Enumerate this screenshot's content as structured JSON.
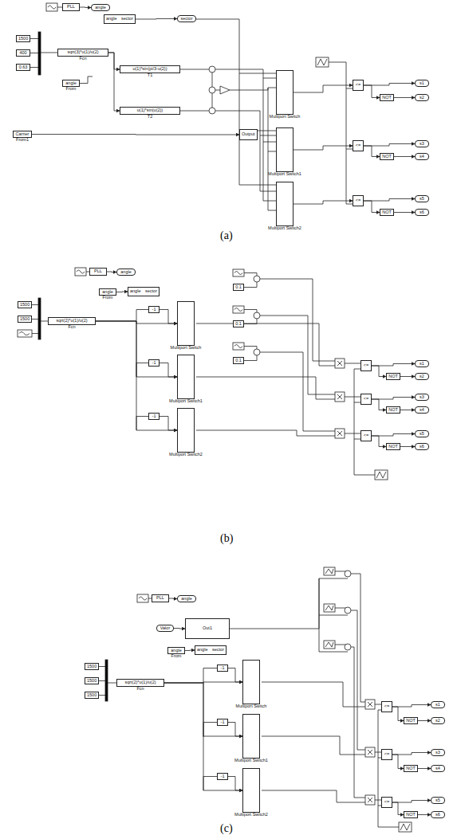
{
  "diagram": {
    "nodes": [
      {
        "text": [
          "1500"
        ]
      },
      {
        "text": [
          "400"
        ]
      },
      {
        "text": [
          "0.63"
        ]
      },
      {
        "text": [
          "sqrt(3)*u(1)/u(2)",
          "Fcn"
        ]
      },
      {
        "text": [
          "angle",
          "From"
        ]
      },
      {
        "text": [
          "Carrier",
          "From1"
        ]
      },
      {
        "text": [
          "u(1)*sin(pi/3-u(2))",
          "T1"
        ]
      },
      {
        "text": [
          "u(1)*sin(u(2))",
          "T2"
        ]
      },
      {
        "text": [
          "Output"
        ]
      },
      {
        "text": [
          "PLL"
        ]
      },
      {
        "text": [
          "angle"
        ]
      },
      {
        "text": [
          "angle",
          "sector"
        ]
      },
      {
        "text": [
          "sector"
        ]
      },
      {
        "text": [
          "Multiport Switch"
        ]
      },
      {
        "text": [
          "Multiport Switch1"
        ]
      },
      {
        "text": [
          "Multiport Switch2"
        ]
      },
      {
        "text": [
          "<="
        ]
      },
      {
        "text": [
          "<="
        ]
      },
      {
        "text": [
          "<="
        ]
      },
      {
        "text": [
          "NOT"
        ]
      },
      {
        "text": [
          "NOT"
        ]
      },
      {
        "text": [
          "NOT"
        ]
      },
      {
        "text": [
          "s1"
        ]
      },
      {
        "text": [
          "s2"
        ]
      },
      {
        "text": [
          "s3"
        ]
      },
      {
        "text": [
          "s4"
        ]
      },
      {
        "text": [
          "s5"
        ]
      },
      {
        "text": [
          "s6"
        ]
      },
      {
        "text": [
          "PLL"
        ]
      },
      {
        "text": [
          "angle"
        ]
      },
      {
        "text": [
          "1500"
        ]
      },
      {
        "text": [
          "1500"
        ]
      },
      {
        "text": [
          "sqrt(2)*u(1)/u(2)",
          "Fcn"
        ]
      },
      {
        "text": [
          "angle",
          "From"
        ]
      },
      {
        "text": [
          "angle",
          "sector"
        ]
      },
      {
        "text": [
          "Multiport Switch"
        ]
      },
      {
        "text": [
          "Multiport Switch1"
        ]
      },
      {
        "text": [
          "Multiport Switch2"
        ]
      },
      {
        "text": [
          "-1"
        ]
      },
      {
        "text": [
          "-1"
        ]
      },
      {
        "text": [
          "-1"
        ]
      },
      {
        "text": [
          "0.1"
        ]
      },
      {
        "text": [
          "0.1"
        ]
      },
      {
        "text": [
          "0.1"
        ]
      },
      {
        "text": [
          "<="
        ]
      },
      {
        "text": [
          "<="
        ]
      },
      {
        "text": [
          "<="
        ]
      },
      {
        "text": [
          "NOT"
        ]
      },
      {
        "text": [
          "NOT"
        ]
      },
      {
        "text": [
          "NOT"
        ]
      },
      {
        "text": [
          "s1"
        ]
      },
      {
        "text": [
          "s2"
        ]
      },
      {
        "text": [
          "s3"
        ]
      },
      {
        "text": [
          "s4"
        ]
      },
      {
        "text": [
          "s5"
        ]
      },
      {
        "text": [
          "s6"
        ]
      },
      {
        "text": [
          "PLL"
        ]
      },
      {
        "text": [
          "angle"
        ]
      },
      {
        "text": [
          "Valor"
        ]
      },
      {
        "text": [
          "Out1"
        ]
      },
      {
        "text": [
          "1500"
        ]
      },
      {
        "text": [
          "1500"
        ]
      },
      {
        "text": [
          "1500"
        ]
      },
      {
        "text": [
          "sqrt(2)*u(1)/u(2)",
          "Fcn"
        ]
      },
      {
        "text": [
          "angle",
          "From"
        ]
      },
      {
        "text": [
          "angle",
          "sector"
        ]
      },
      {
        "text": [
          "Multiport Switch"
        ]
      },
      {
        "text": [
          "Multiport Switch1"
        ]
      },
      {
        "text": [
          "Multiport Switch2"
        ]
      },
      {
        "text": [
          "-1"
        ]
      },
      {
        "text": [
          "-1"
        ]
      },
      {
        "text": [
          "-1"
        ]
      },
      {
        "text": [
          "<="
        ]
      },
      {
        "text": [
          "<="
        ]
      },
      {
        "text": [
          "<="
        ]
      },
      {
        "text": [
          "NOT"
        ]
      },
      {
        "text": [
          "NOT"
        ]
      },
      {
        "text": [
          "NOT"
        ]
      },
      {
        "text": [
          "s1"
        ]
      },
      {
        "text": [
          "s2"
        ]
      },
      {
        "text": [
          "s3"
        ]
      },
      {
        "text": [
          "s4"
        ]
      },
      {
        "text": [
          "s5"
        ]
      },
      {
        "text": [
          "s6"
        ]
      }
    ],
    "edges": [
      {
        "from": 9,
        "to": 10,
        "arrow": "to"
      },
      {
        "from": 11,
        "to": 12,
        "arrow": "to"
      },
      {
        "from": 3,
        "to": 6,
        "arrow": "to"
      },
      {
        "from": 3,
        "to": 7,
        "arrow": "to"
      },
      {
        "from": 5,
        "to": 8,
        "arrow": "to"
      },
      {
        "from": 13,
        "to": 16,
        "arrow": "to"
      },
      {
        "from": 14,
        "to": 17,
        "arrow": "to"
      },
      {
        "from": 15,
        "to": 18,
        "arrow": "to"
      },
      {
        "from": 16,
        "to": 19,
        "arrow": "to"
      },
      {
        "from": 16,
        "to": 22,
        "arrow": "to"
      },
      {
        "from": 19,
        "to": 23,
        "arrow": "to"
      },
      {
        "from": 17,
        "to": 20,
        "arrow": "to"
      },
      {
        "from": 17,
        "to": 24,
        "arrow": "to"
      },
      {
        "from": 20,
        "to": 25,
        "arrow": "to"
      },
      {
        "from": 18,
        "to": 21,
        "arrow": "to"
      },
      {
        "from": 18,
        "to": 26,
        "arrow": "to"
      },
      {
        "from": 21,
        "to": 27,
        "arrow": "to"
      },
      {
        "from": 28,
        "to": 29,
        "arrow": "to"
      },
      {
        "from": 33,
        "to": 34,
        "arrow": "to"
      },
      {
        "from": 32,
        "to": 35,
        "arrow": "to"
      },
      {
        "from": 32,
        "to": 36,
        "arrow": "to"
      },
      {
        "from": 32,
        "to": 37,
        "arrow": "to"
      },
      {
        "from": 38,
        "to": 35,
        "arrow": "to"
      },
      {
        "from": 39,
        "to": 36,
        "arrow": "to"
      },
      {
        "from": 40,
        "to": 37,
        "arrow": "to"
      },
      {
        "from": 44,
        "to": 47,
        "arrow": "to"
      },
      {
        "from": 44,
        "to": 50,
        "arrow": "to"
      },
      {
        "from": 47,
        "to": 51,
        "arrow": "to"
      },
      {
        "from": 45,
        "to": 48,
        "arrow": "to"
      },
      {
        "from": 45,
        "to": 52,
        "arrow": "to"
      },
      {
        "from": 48,
        "to": 53,
        "arrow": "to"
      },
      {
        "from": 46,
        "to": 49,
        "arrow": "to"
      },
      {
        "from": 46,
        "to": 54,
        "arrow": "to"
      },
      {
        "from": 49,
        "to": 55,
        "arrow": "to"
      },
      {
        "from": 56,
        "to": 57,
        "arrow": "to"
      },
      {
        "from": 58,
        "to": 59,
        "arrow": "to"
      },
      {
        "from": 64,
        "to": 65,
        "arrow": "to"
      },
      {
        "from": 63,
        "to": 66,
        "arrow": "to"
      },
      {
        "from": 63,
        "to": 67,
        "arrow": "to"
      },
      {
        "from": 63,
        "to": 68,
        "arrow": "to"
      },
      {
        "from": 69,
        "to": 66,
        "arrow": "to"
      },
      {
        "from": 70,
        "to": 67,
        "arrow": "to"
      },
      {
        "from": 71,
        "to": 68,
        "arrow": "to"
      },
      {
        "from": 72,
        "to": 75,
        "arrow": "to"
      },
      {
        "from": 72,
        "to": 78,
        "arrow": "to"
      },
      {
        "from": 75,
        "to": 79,
        "arrow": "to"
      },
      {
        "from": 73,
        "to": 76,
        "arrow": "to"
      },
      {
        "from": 73,
        "to": 80,
        "arrow": "to"
      },
      {
        "from": 76,
        "to": 81,
        "arrow": "to"
      },
      {
        "from": 74,
        "to": 77,
        "arrow": "to"
      },
      {
        "from": 74,
        "to": 82,
        "arrow": "to"
      },
      {
        "from": 77,
        "to": 83,
        "arrow": "to"
      }
    ],
    "labels": [
      "(a)",
      "(b)",
      "(c)"
    ]
  }
}
